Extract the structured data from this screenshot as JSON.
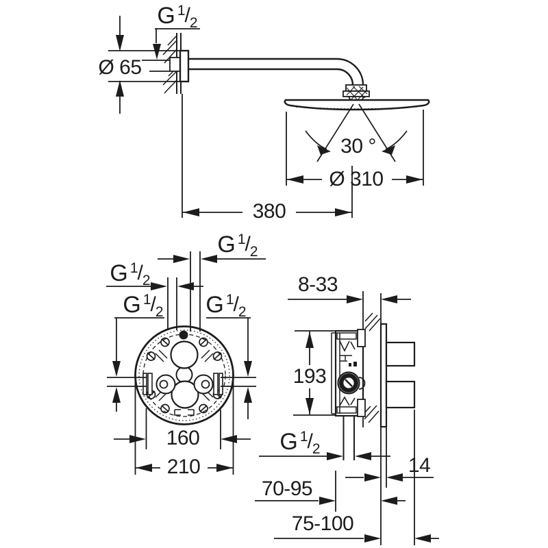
{
  "colors": {
    "ink": "#1c1c1c",
    "paper": "#ffffff"
  },
  "g_half": {
    "g": "G",
    "num": "1",
    "slash": "/",
    "den": "2"
  },
  "shower_view": {
    "flange_diameter": "Ø 65",
    "head_diameter": "Ø 310",
    "spray_angle": "30 °",
    "arm_projection": "380"
  },
  "trim_view": {
    "port_spacing": "160",
    "trim_diameter": "210"
  },
  "rough_in_view": {
    "wall_adjustment": "8-33",
    "body_height": "193",
    "plate_thickness": "14",
    "min_depth_range": "70-95",
    "max_depth_range": "75-100"
  }
}
